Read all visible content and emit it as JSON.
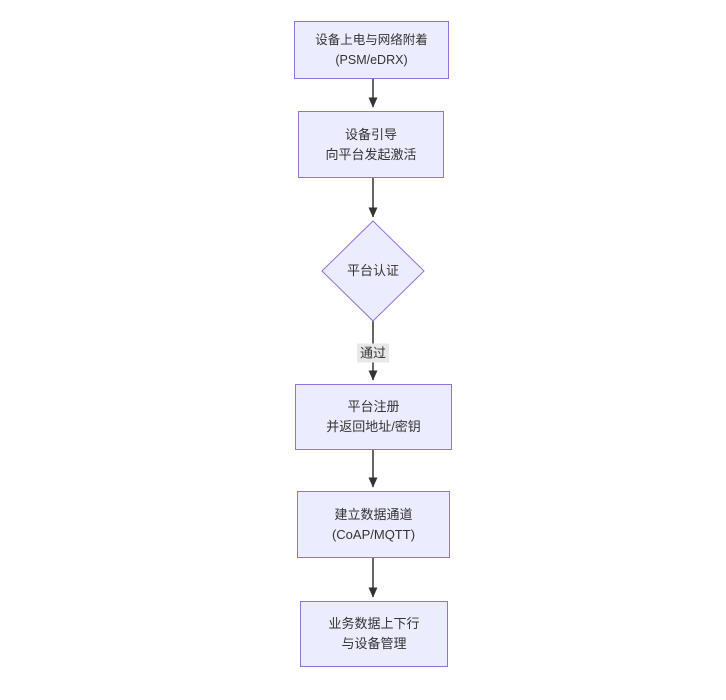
{
  "diagram": {
    "type": "flowchart",
    "direction": "top-down",
    "nodes": [
      {
        "id": "power-attach",
        "shape": "rect",
        "lines": [
          "设备上电与网络附着",
          "(PSM/eDRX)"
        ]
      },
      {
        "id": "bootstrap",
        "shape": "rect",
        "lines": [
          "设备引导",
          "向平台发起激活"
        ]
      },
      {
        "id": "platform-auth",
        "shape": "diamond",
        "lines": [
          "平台认证"
        ]
      },
      {
        "id": "register",
        "shape": "rect",
        "lines": [
          "平台注册",
          "并返回地址/密钥"
        ]
      },
      {
        "id": "data-channel",
        "shape": "rect",
        "lines": [
          "建立数据通道",
          "(CoAP/MQTT)"
        ]
      },
      {
        "id": "business-data",
        "shape": "rect",
        "lines": [
          "业务数据上下行",
          "与设备管理"
        ]
      }
    ],
    "edges": [
      {
        "from": "power-attach",
        "to": "bootstrap",
        "label": ""
      },
      {
        "from": "bootstrap",
        "to": "platform-auth",
        "label": ""
      },
      {
        "from": "platform-auth",
        "to": "register",
        "label": "通过"
      },
      {
        "from": "register",
        "to": "data-channel",
        "label": ""
      },
      {
        "from": "data-channel",
        "to": "business-data",
        "label": ""
      }
    ],
    "colors": {
      "node_fill": "#ECECFF",
      "node_border": "#9370DB",
      "text": "#333333",
      "edge": "#333333",
      "edge_label_bg": "#e8e8e8",
      "background": "#ffffff"
    }
  }
}
